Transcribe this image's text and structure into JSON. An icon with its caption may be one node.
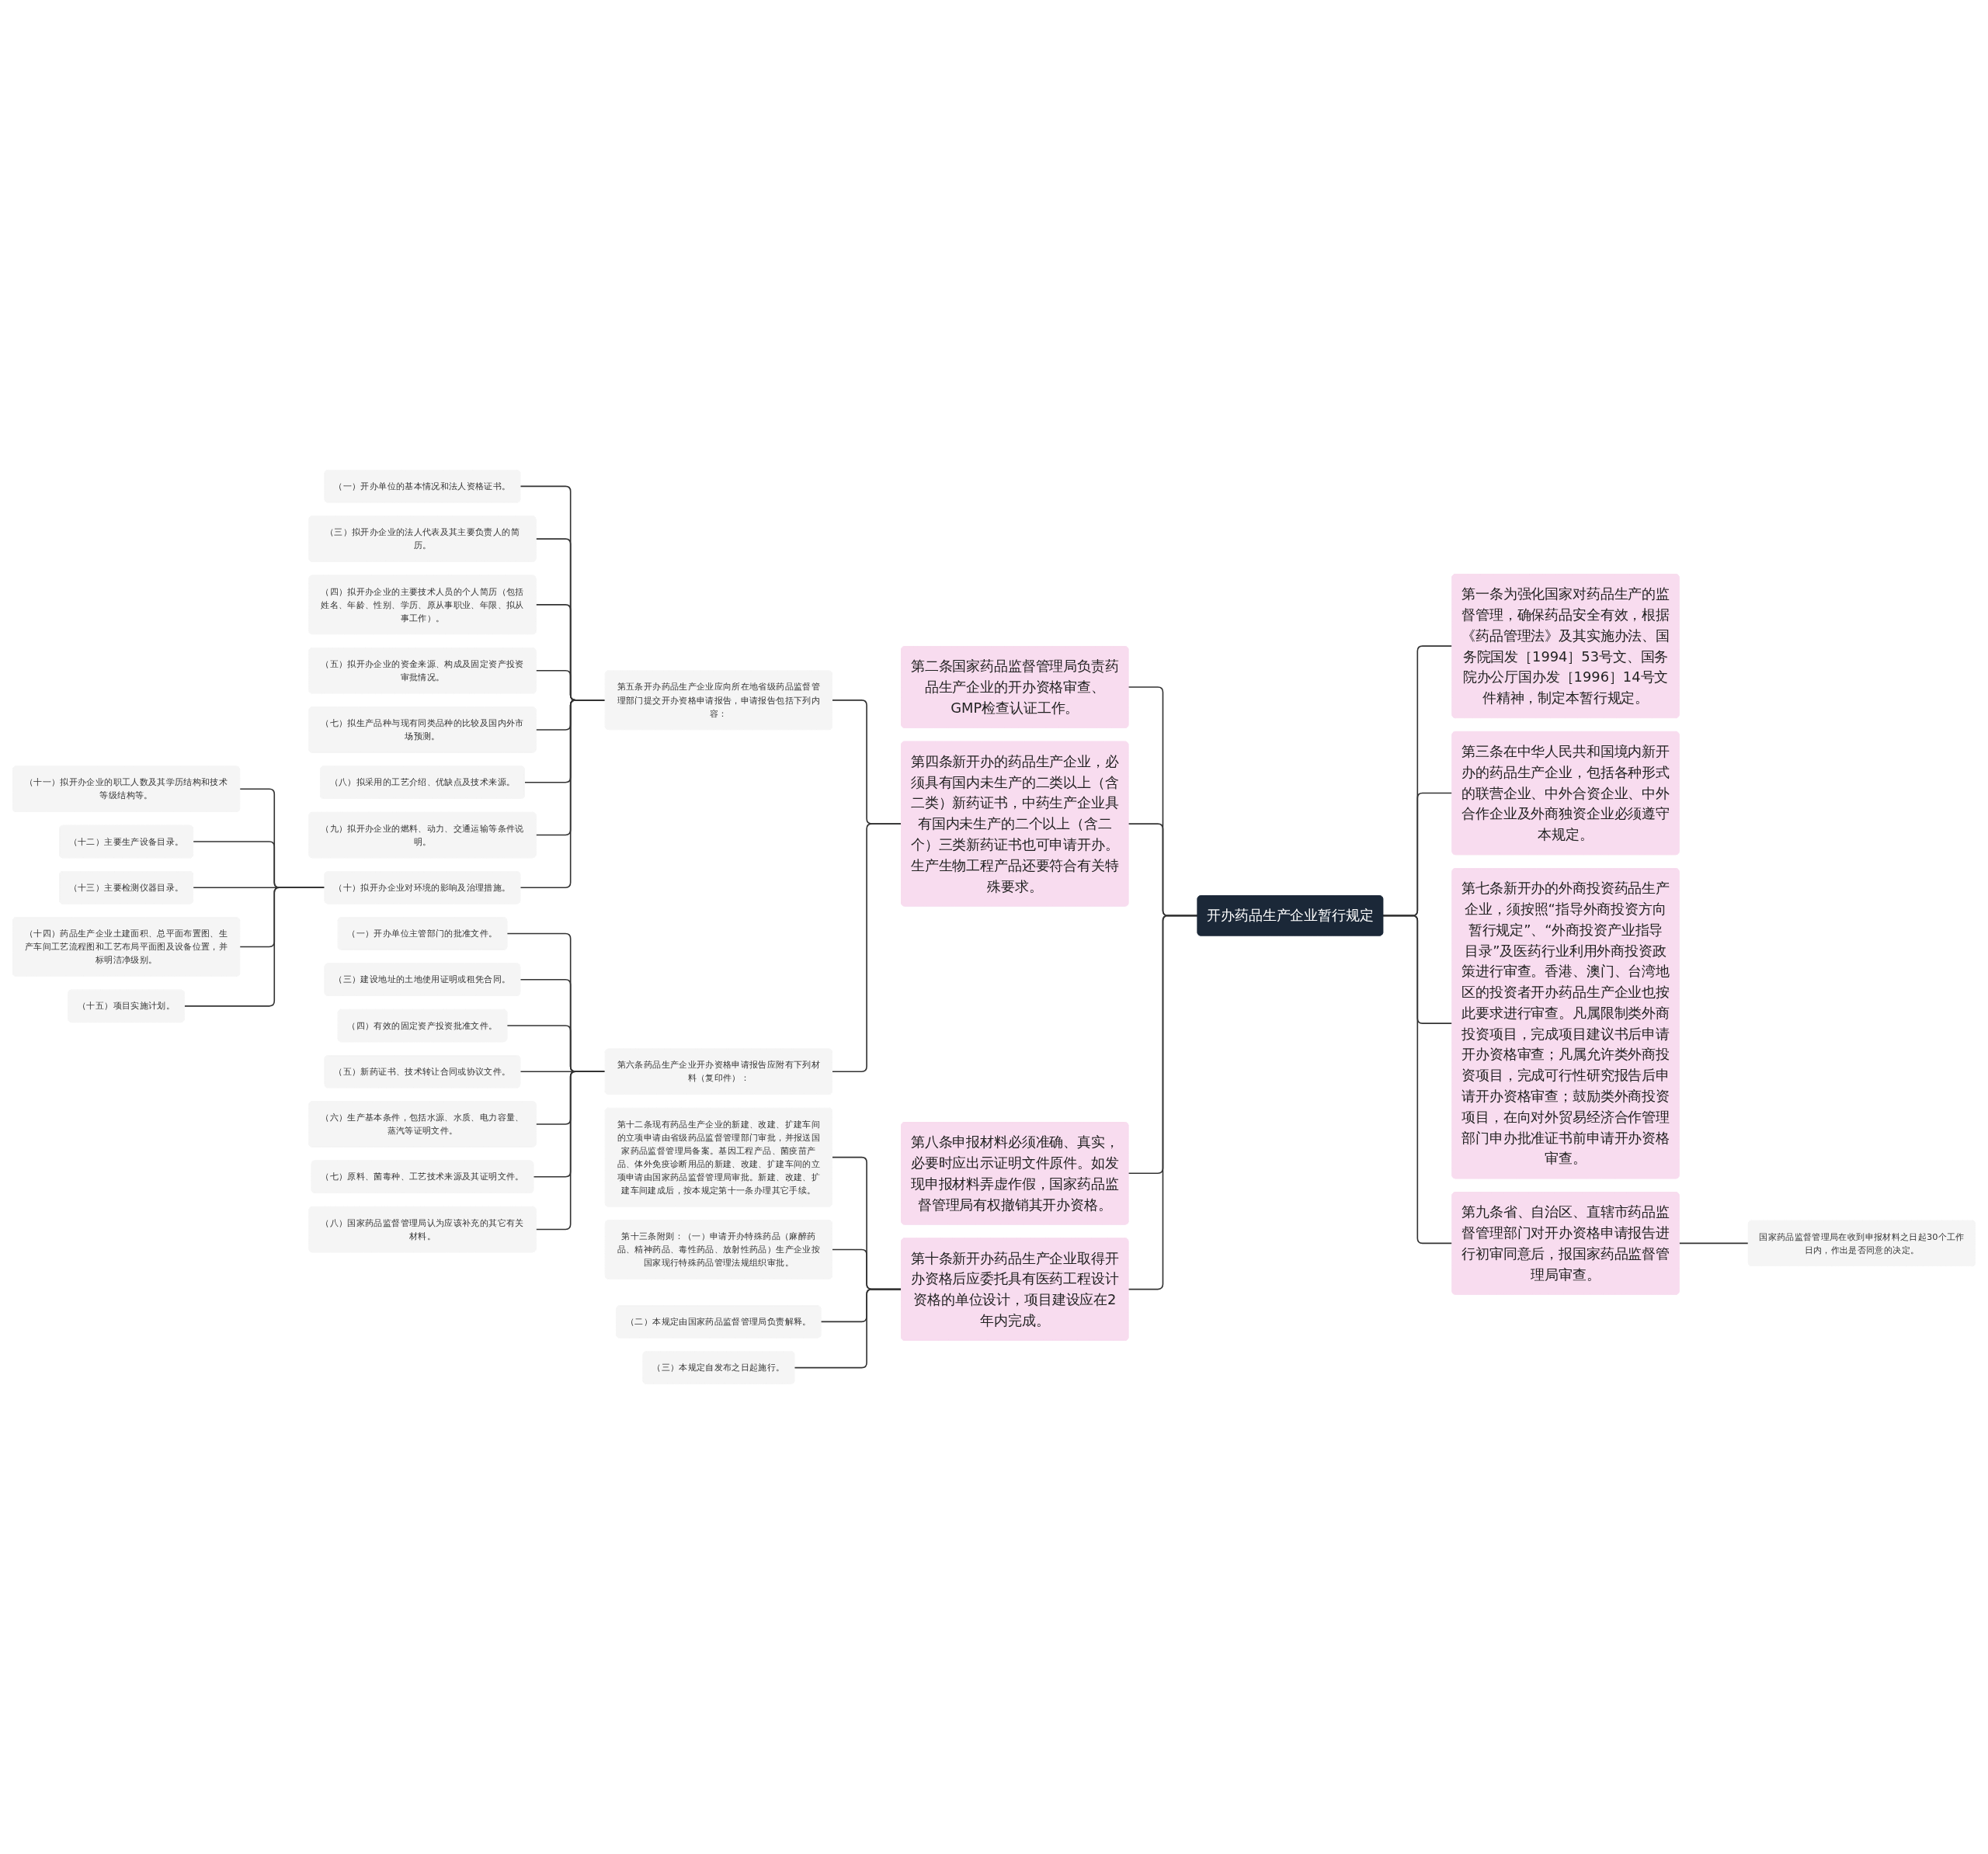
{
  "diagram": {
    "nodes": [
      {
        "text": [
          "开办药品生产企业暂行规定"
        ]
      },
      {
        "text": [
          "第二条国家药品监督管理局负责药品生产企业的开办资格审查、GMP检查认证工作。"
        ]
      },
      {
        "text": [
          "第四条新开办的药品生产企业，必须具有国内未生产的二类以上（含二类）新药证书，中药生产企业具有国内未生产的二个以上（含二个）三类新药证书也可申请开办。生产生物工程产品还要符合有关特殊要求。"
        ]
      },
      {
        "text": [
          "第五条开办药品生产企业应向所在地省级药品监督管理部门提交开办资格申请报告，申请报告包括下列内容："
        ]
      },
      {
        "text": [
          "（一）开办单位的基本情况和法人资格证书。"
        ]
      },
      {
        "text": [
          "（三）拟开办企业的法人代表及其主要负责人的简历。"
        ]
      },
      {
        "text": [
          "（四）拟开办企业的主要技术人员的个人简历（包括姓名、年龄、性别、学历、原从事职业、年限、拟从事工作）。"
        ]
      },
      {
        "text": [
          "（五）拟开办企业的资金来源、构成及固定资产投资审批情况。"
        ]
      },
      {
        "text": [
          "（七）拟生产品种与现有同类品种的比较及国内外市场预测。"
        ]
      },
      {
        "text": [
          "（八）拟采用的工艺介绍、优缺点及技术来源。"
        ]
      },
      {
        "text": [
          "（九）拟开办企业的燃料、动力、交通运输等条件说明。"
        ]
      },
      {
        "text": [
          "（十）拟开办企业对环境的影响及治理措施。"
        ]
      },
      {
        "text": [
          "（十一）拟开办企业的职工人数及其学历结构和技术等级结构等。"
        ]
      },
      {
        "text": [
          "（十二）主要生产设备目录。"
        ]
      },
      {
        "text": [
          "（十三）主要检测仪器目录。"
        ]
      },
      {
        "text": [
          "（十四）药品生产企业土建面积、总平面布置图、生产车间工艺流程图和工艺布局平面图及设备位置，并标明洁净级别。"
        ]
      },
      {
        "text": [
          "（十五）项目实施计划。"
        ]
      },
      {
        "text": [
          "第六条药品生产企业开办资格申请报告应附有下列材料（复印件）："
        ]
      },
      {
        "text": [
          "（一）开办单位主管部门的批准文件。"
        ]
      },
      {
        "text": [
          "（三）建设地址的土地使用证明或租凭合同。"
        ]
      },
      {
        "text": [
          "（四）有效的固定资产投资批准文件。"
        ]
      },
      {
        "text": [
          "（五）新药证书、技术转让合同或协议文件。"
        ]
      },
      {
        "text": [
          "（六）生产基本条件，包括水源、水质、电力容量、蒸汽等证明文件。"
        ]
      },
      {
        "text": [
          "（七）原料、菌毒种、工艺技术来源及其证明文件。"
        ]
      },
      {
        "text": [
          "（八）国家药品监督管理局认为应该补充的其它有关材料。"
        ]
      },
      {
        "text": [
          "第八条申报材料必须准确、真实，必要时应出示证明文件原件。如发现申报材料弄虚作假，国家药品监督管理局有权撤销其开办资格。"
        ]
      },
      {
        "text": [
          "第十条新开办药品生产企业取得开办资格后应委托具有医药工程设计资格的单位设计，项目建设应在2年内完成。"
        ]
      },
      {
        "text": [
          "第十二条现有药品生产企业的新建、改建、扩建车间的立项申请由省级药品监督管理部门审批，并报送国家药品监督管理局备案。基因工程产品、菌疫苗产品、体外免疫诊断用品的新建、改建、扩建车间的立项申请由国家药品监督管理局审批。新建、改建、扩建车间建成后，按本规定第十一条办理其它手续。"
        ]
      },
      {
        "text": [
          "第十三条附则：（一）申请开办特殊药品（麻醉药品、精神药品、毒性药品、放射性药品）生产企业按国家现行特殊药品管理法规组织审批。"
        ]
      },
      {
        "text": [
          "（二）本规定由国家药品监督管理局负责解释。"
        ]
      },
      {
        "text": [
          "（三）本规定自发布之日起施行。"
        ]
      },
      {
        "text": [
          "第一条为强化国家对药品生产的监督管理，确保药品安全有效，根据《药品管理法》及其实施办法、国务院国发［1994］53号文、国务院办公厅国办发［1996］14号文件精神，制定本暂行规定。"
        ]
      },
      {
        "text": [
          "第三条在中华人民共和国境内新开办的药品生产企业，包括各种形式的联营企业、中外合资企业、中外合作企业及外商独资企业必须遵守本规定。"
        ]
      },
      {
        "text": [
          "第七条新开办的外商投资药品生产企业，须按照“指导外商投资方向暂行规定”、“外商投资产业指导目录”及医药行业利用外商投资政策进行审查。香港、澳门、台湾地区的投资者开办药品生产企业也按此要求进行审查。凡属限制类外商投资项目，完成项目建议书后申请开办资格审查；凡属允许类外商投资项目，完成可行性研究报告后申请开办资格审查；鼓励类外商投资项目，在向对外贸易经济合作管理部门申办批准证书前申请开办资格审查。"
        ]
      },
      {
        "text": [
          "第九条省、自治区、直辖市药品监督管理部门对开办资格申请报告进行初审同意后，报国家药品监督管理局审查。"
        ]
      },
      {
        "text": [
          "国家药品监督管理局在收到申报材料之日起30个工作日内，作出是否同意的决定。"
        ]
      }
    ],
    "edges": [
      {
        "from": 0,
        "to": 1,
        "arrow": "none"
      },
      {
        "from": 0,
        "to": 2,
        "arrow": "none"
      },
      {
        "from": 2,
        "to": 3,
        "arrow": "none"
      },
      {
        "from": 3,
        "to": 4,
        "arrow": "none"
      },
      {
        "from": 3,
        "to": 5,
        "arrow": "none"
      },
      {
        "from": 3,
        "to": 6,
        "arrow": "none"
      },
      {
        "from": 3,
        "to": 7,
        "arrow": "none"
      },
      {
        "from": 3,
        "to": 8,
        "arrow": "none"
      },
      {
        "from": 3,
        "to": 9,
        "arrow": "none"
      },
      {
        "from": 3,
        "to": 10,
        "arrow": "none"
      },
      {
        "from": 3,
        "to": 11,
        "arrow": "none"
      },
      {
        "from": 11,
        "to": 12,
        "arrow": "none"
      },
      {
        "from": 11,
        "to": 13,
        "arrow": "none"
      },
      {
        "from": 11,
        "to": 14,
        "arrow": "none"
      },
      {
        "from": 11,
        "to": 15,
        "arrow": "none"
      },
      {
        "from": 11,
        "to": 16,
        "arrow": "none"
      },
      {
        "from": 2,
        "to": 17,
        "arrow": "none"
      },
      {
        "from": 17,
        "to": 18,
        "arrow": "none"
      },
      {
        "from": 17,
        "to": 19,
        "arrow": "none"
      },
      {
        "from": 17,
        "to": 20,
        "arrow": "none"
      },
      {
        "from": 17,
        "to": 21,
        "arrow": "none"
      },
      {
        "from": 17,
        "to": 22,
        "arrow": "none"
      },
      {
        "from": 17,
        "to": 23,
        "arrow": "none"
      },
      {
        "from": 17,
        "to": 24,
        "arrow": "none"
      },
      {
        "from": 0,
        "to": 25,
        "arrow": "none"
      },
      {
        "from": 0,
        "to": 26,
        "arrow": "none"
      },
      {
        "from": 26,
        "to": 27,
        "arrow": "none"
      },
      {
        "from": 26,
        "to": 28,
        "arrow": "none"
      },
      {
        "from": 26,
        "to": 29,
        "arrow": "none"
      },
      {
        "from": 26,
        "to": 30,
        "arrow": "none"
      },
      {
        "from": 31,
        "to": 0,
        "arrow": "none"
      },
      {
        "from": 32,
        "to": 0,
        "arrow": "none"
      },
      {
        "from": 33,
        "to": 0,
        "arrow": "none"
      },
      {
        "from": 34,
        "to": 0,
        "arrow": "none"
      },
      {
        "from": 35,
        "to": 34,
        "arrow": "none"
      }
    ]
  }
}
